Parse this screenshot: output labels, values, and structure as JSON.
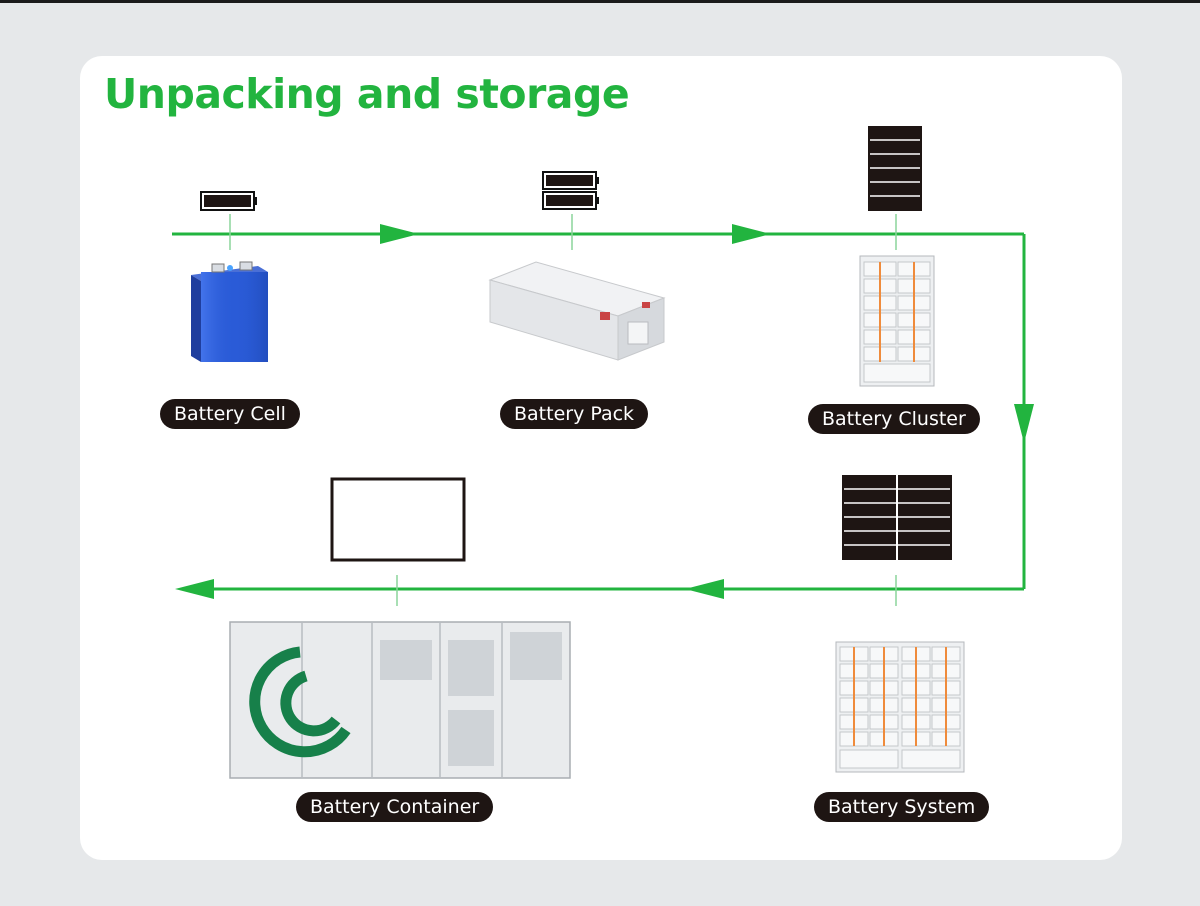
{
  "title": "Unpacking and storage",
  "colors": {
    "accent": "#22b43f",
    "label_bg": "#1e1513",
    "card": "#ffffff",
    "background": "#e6e8ea"
  },
  "nodes": [
    {
      "id": "cell",
      "label": "Battery Cell",
      "symbol": "single-battery-icon"
    },
    {
      "id": "pack",
      "label": "Battery Pack",
      "symbol": "double-battery-icon"
    },
    {
      "id": "cluster",
      "label": "Battery Cluster",
      "symbol": "battery-rack-icon"
    },
    {
      "id": "system",
      "label": "Battery System",
      "symbol": "double-battery-rack-icon"
    },
    {
      "id": "container",
      "label": "Battery Container",
      "symbol": "container-outline-icon"
    }
  ],
  "flow": [
    "cell",
    "pack",
    "cluster",
    "system",
    "container"
  ]
}
